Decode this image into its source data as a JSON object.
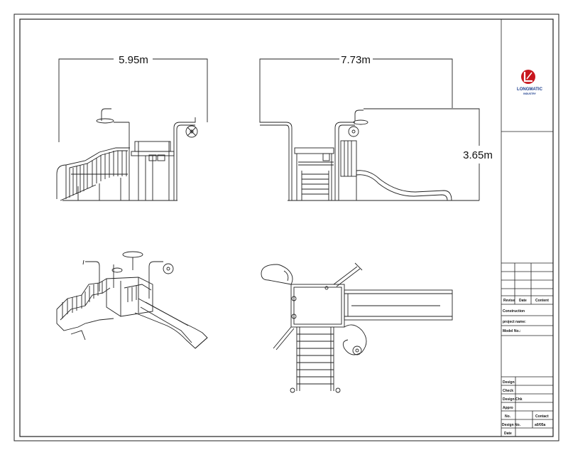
{
  "drawing": {
    "dimensions": {
      "front_width": "5.95m",
      "side_width": "7.73m",
      "height": "3.65m"
    }
  },
  "title_block": {
    "company": {
      "name": "LONGMATIC",
      "subtitle": "INDUSTRY",
      "brand_color": "#c8161d",
      "text_color": "#1a3c8c"
    },
    "revision_headers": [
      "Revise",
      "Date",
      "Content"
    ],
    "construction_label": "Construction",
    "project_label": "project name:",
    "model_label": "Model No.:",
    "approval_rows": [
      "Design",
      "Check",
      "Design Chk",
      "Appro"
    ],
    "footer": {
      "no_label": "No.",
      "contact_label": "Contact",
      "design_no_label": "Design No.",
      "scale_value": "a0/05a",
      "date_label": "Date"
    }
  }
}
